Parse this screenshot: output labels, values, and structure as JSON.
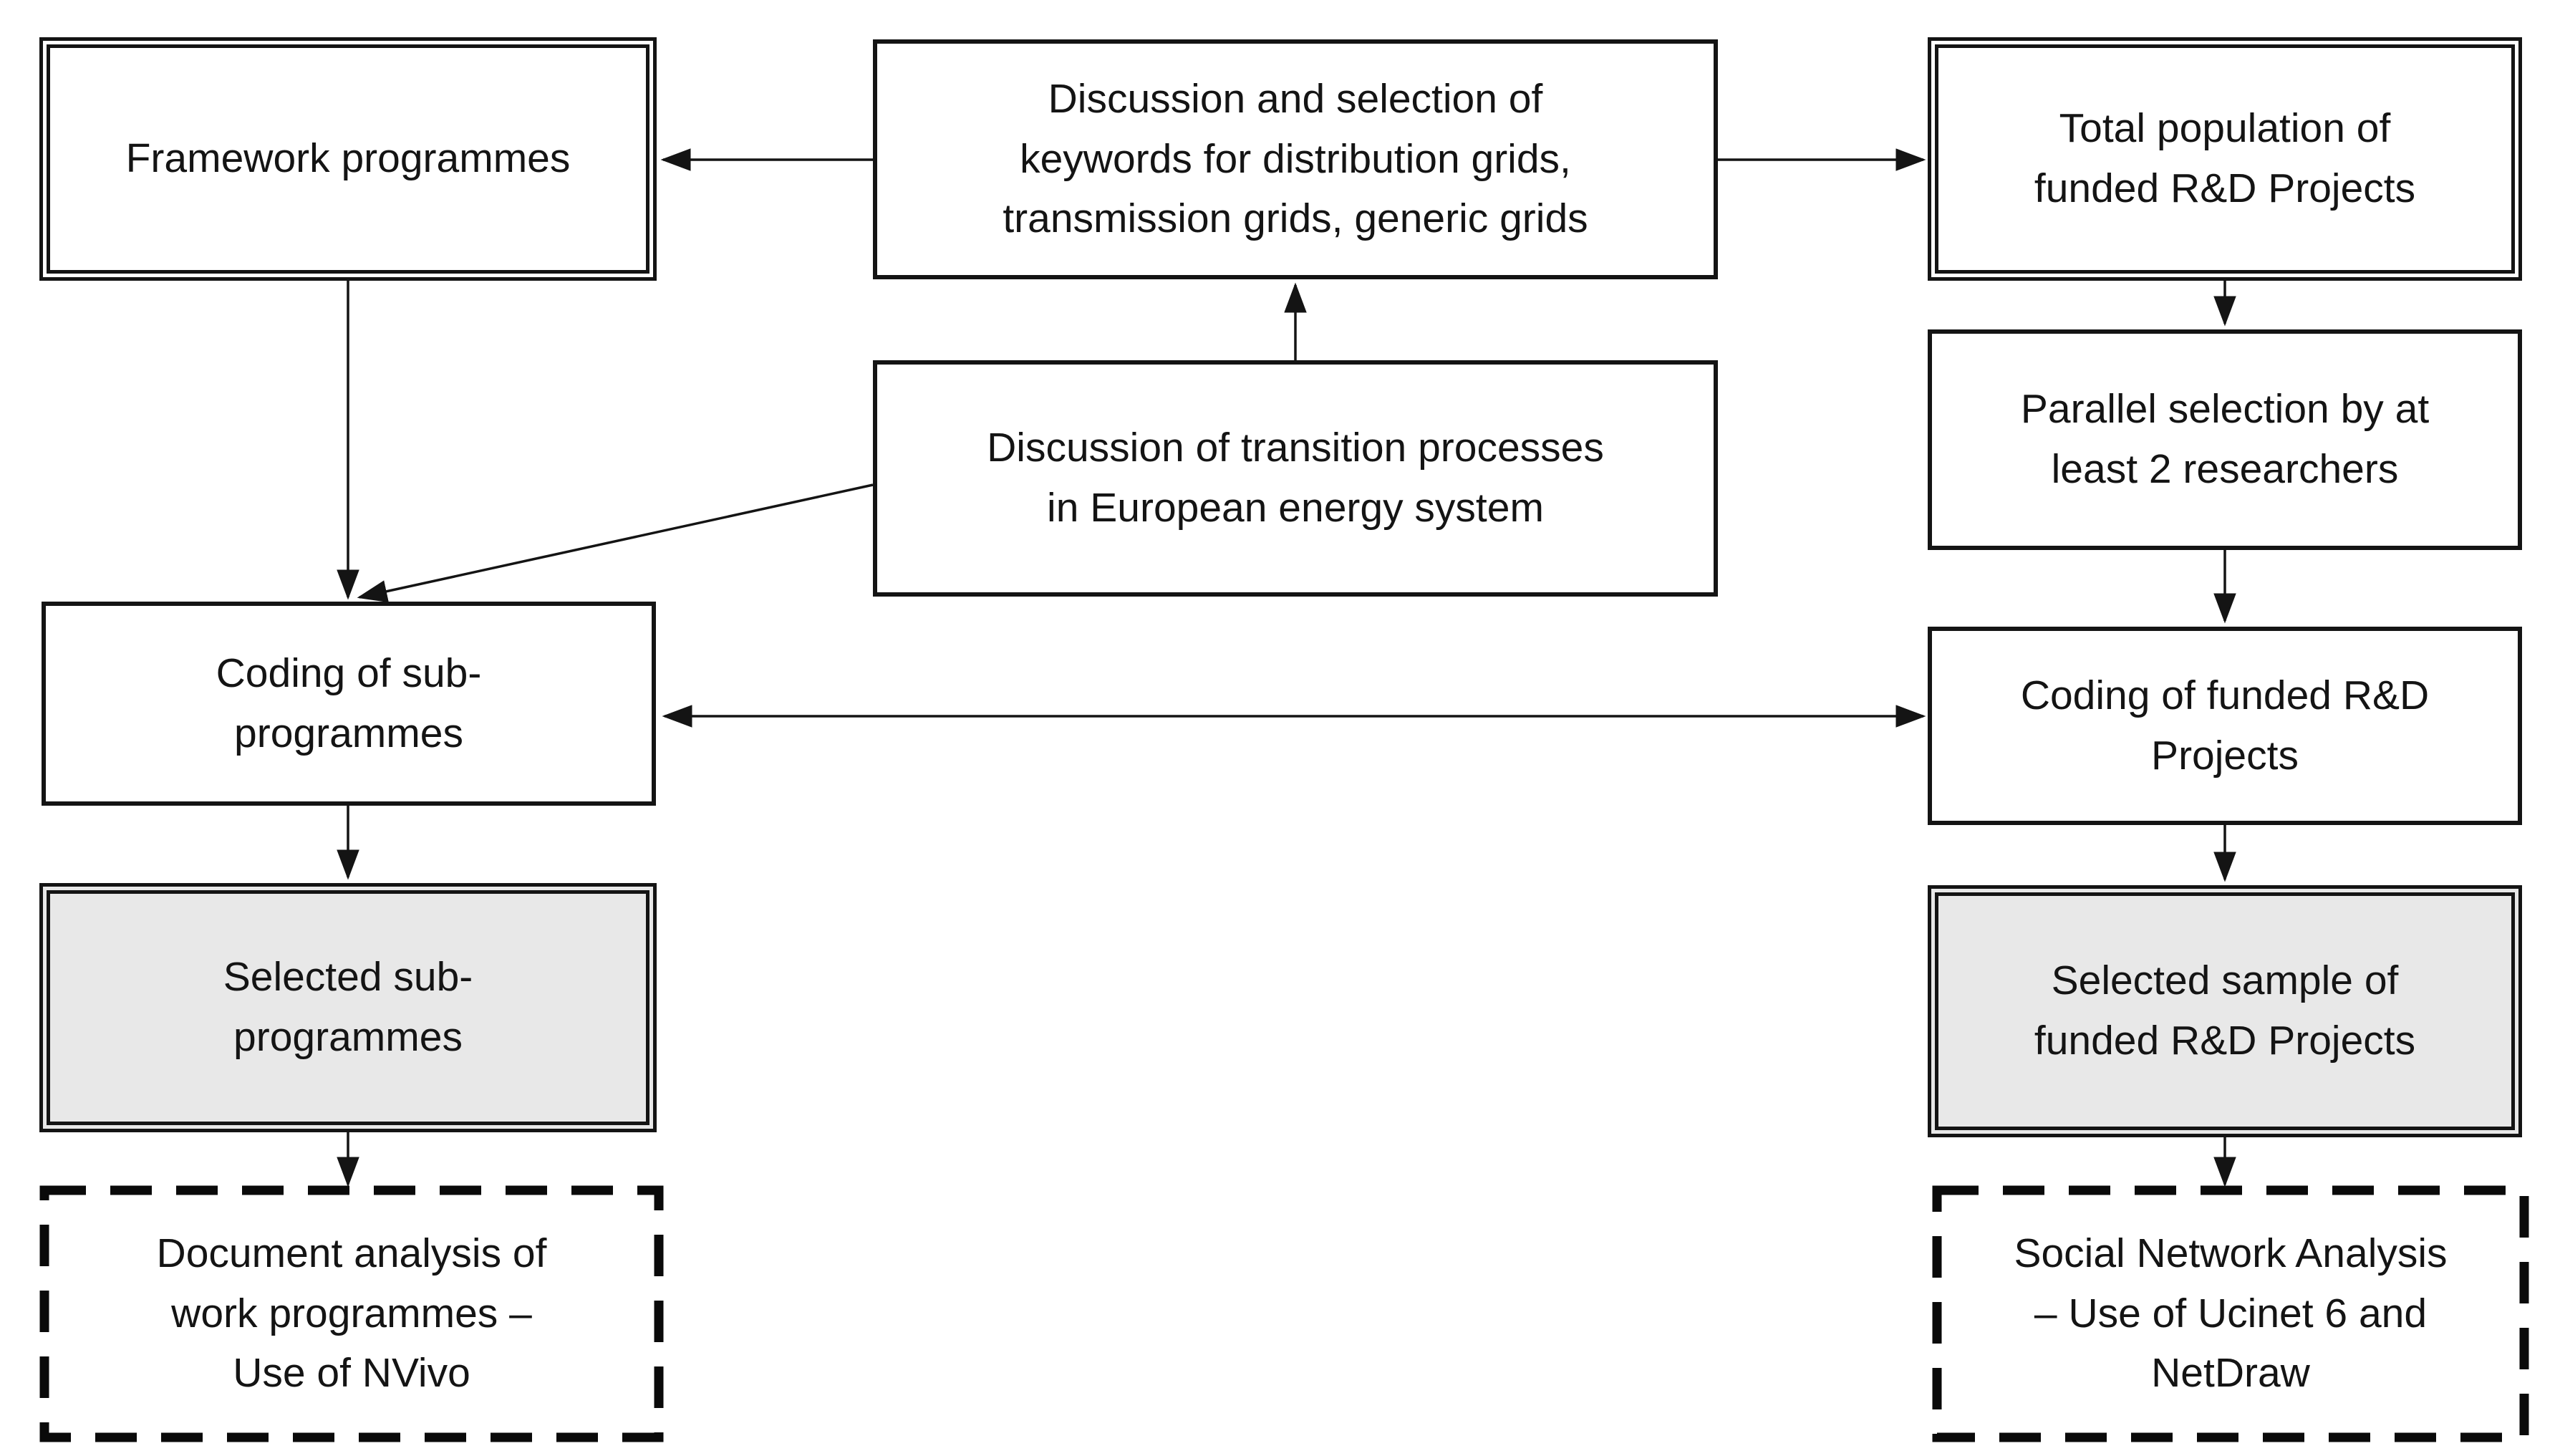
{
  "diagram": {
    "type": "flowchart",
    "background": "#ffffff",
    "colors": {
      "line": "#141414",
      "box_fill": "#ffffff",
      "highlight_fill": "#e8e8e8"
    },
    "nodes": {
      "framework": {
        "label": "Framework programmes",
        "style": "double-border"
      },
      "keywords": {
        "label": "Discussion and selection of\nkeywords for distribution grids,\ntransmission grids, generic grids",
        "style": "single-border"
      },
      "total_population": {
        "label": "Total population of\nfunded R&D Projects",
        "style": "double-border"
      },
      "transition": {
        "label": "Discussion of transition processes\nin European energy system",
        "style": "single-border"
      },
      "parallel": {
        "label": "Parallel selection by at\nleast 2 researchers",
        "style": "single-border"
      },
      "coding_sub": {
        "label": "Coding of sub-\nprogrammes",
        "style": "single-border"
      },
      "coding_funded": {
        "label": "Coding of funded R&D\nProjects",
        "style": "single-border"
      },
      "selected_sub": {
        "label": "Selected sub-\nprogrammes",
        "style": "double-border-gray"
      },
      "selected_sample": {
        "label": "Selected sample of\nfunded R&D Projects",
        "style": "double-border-gray"
      },
      "doc_analysis": {
        "label": "Document analysis of\nwork programmes –\nUse of NVivo",
        "style": "dashed-border"
      },
      "sna": {
        "label": "Social Network Analysis\n– Use of Ucinet 6 and\nNetDraw",
        "style": "dashed-border"
      }
    },
    "edges": [
      {
        "from": "keywords",
        "to": "framework",
        "type": "arrow"
      },
      {
        "from": "keywords",
        "to": "total_population",
        "type": "arrow"
      },
      {
        "from": "transition",
        "to": "keywords",
        "type": "arrow"
      },
      {
        "from": "framework",
        "to": "coding_sub",
        "type": "arrow"
      },
      {
        "from": "transition",
        "to": "coding_sub",
        "type": "arrow"
      },
      {
        "from": "coding_sub",
        "to": "coding_funded",
        "type": "double-arrow"
      },
      {
        "from": "total_population",
        "to": "parallel",
        "type": "arrow"
      },
      {
        "from": "parallel",
        "to": "coding_funded",
        "type": "arrow"
      },
      {
        "from": "coding_funded",
        "to": "selected_sample",
        "type": "arrow"
      },
      {
        "from": "coding_sub",
        "to": "selected_sub",
        "type": "arrow"
      },
      {
        "from": "selected_sub",
        "to": "doc_analysis",
        "type": "arrow"
      },
      {
        "from": "selected_sample",
        "to": "sna",
        "type": "arrow"
      }
    ]
  }
}
